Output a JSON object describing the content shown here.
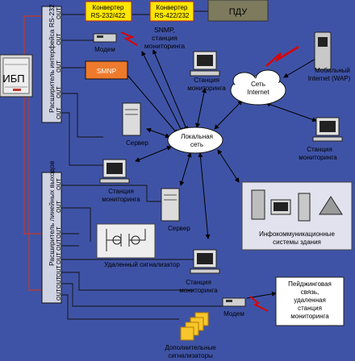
{
  "ups": {
    "label": "ИБП"
  },
  "ext1": {
    "label": "Расширитель интерфейса RS-232",
    "outs": [
      "OUT",
      "OUT",
      "OUT",
      "OUT",
      "OUT"
    ]
  },
  "ext2": {
    "label": "Расширитель линейных выходов",
    "outs": [
      "OUT",
      "OUT",
      "OUT",
      "OUT",
      "OUT",
      "OUT",
      "OUT",
      "OUT"
    ]
  },
  "conv1": {
    "line1": "Конвертер",
    "line2": "RS-232/422"
  },
  "conv2": {
    "line1": "Конвертер",
    "line2": "RS-422/232"
  },
  "pdu": {
    "label": "ПДУ"
  },
  "modem_top": {
    "label": "Модем"
  },
  "snmp_station": {
    "line1": "SNMP,",
    "line2": "станция",
    "line3": "мониторинга"
  },
  "snmp": {
    "label": "SMNP"
  },
  "station1": {
    "line1": "Станция",
    "line2": "мониторинга"
  },
  "wap": {
    "line1": "Мобильный",
    "line2": "Internet (WAP)"
  },
  "internet": {
    "line1": "Сеть",
    "line2": "Internet"
  },
  "server1": {
    "label": "Сервер"
  },
  "lan": {
    "line1": "Локальная",
    "line2": "сеть"
  },
  "station2": {
    "line1": "Станция",
    "line2": "мониторинга"
  },
  "station3": {
    "line1": "Станция",
    "line2": "мониторинга"
  },
  "server2": {
    "label": "Сервер"
  },
  "infocomm": {
    "line1": "Инфокоммуникационные",
    "line2": "системы здания"
  },
  "remote": {
    "label": "Удаленный сигнализатор"
  },
  "station4": {
    "line1": "Станция",
    "line2": "мониторинга"
  },
  "paging": {
    "line1": "Пейджинговая",
    "line2": "связь,",
    "line3": "удаленная",
    "line4": "станция",
    "line5": "мониторинга"
  },
  "modem_bottom": {
    "label": "Модем"
  },
  "signalers": {
    "line1": "Дополнительные",
    "line2": "сигнализаторы"
  }
}
